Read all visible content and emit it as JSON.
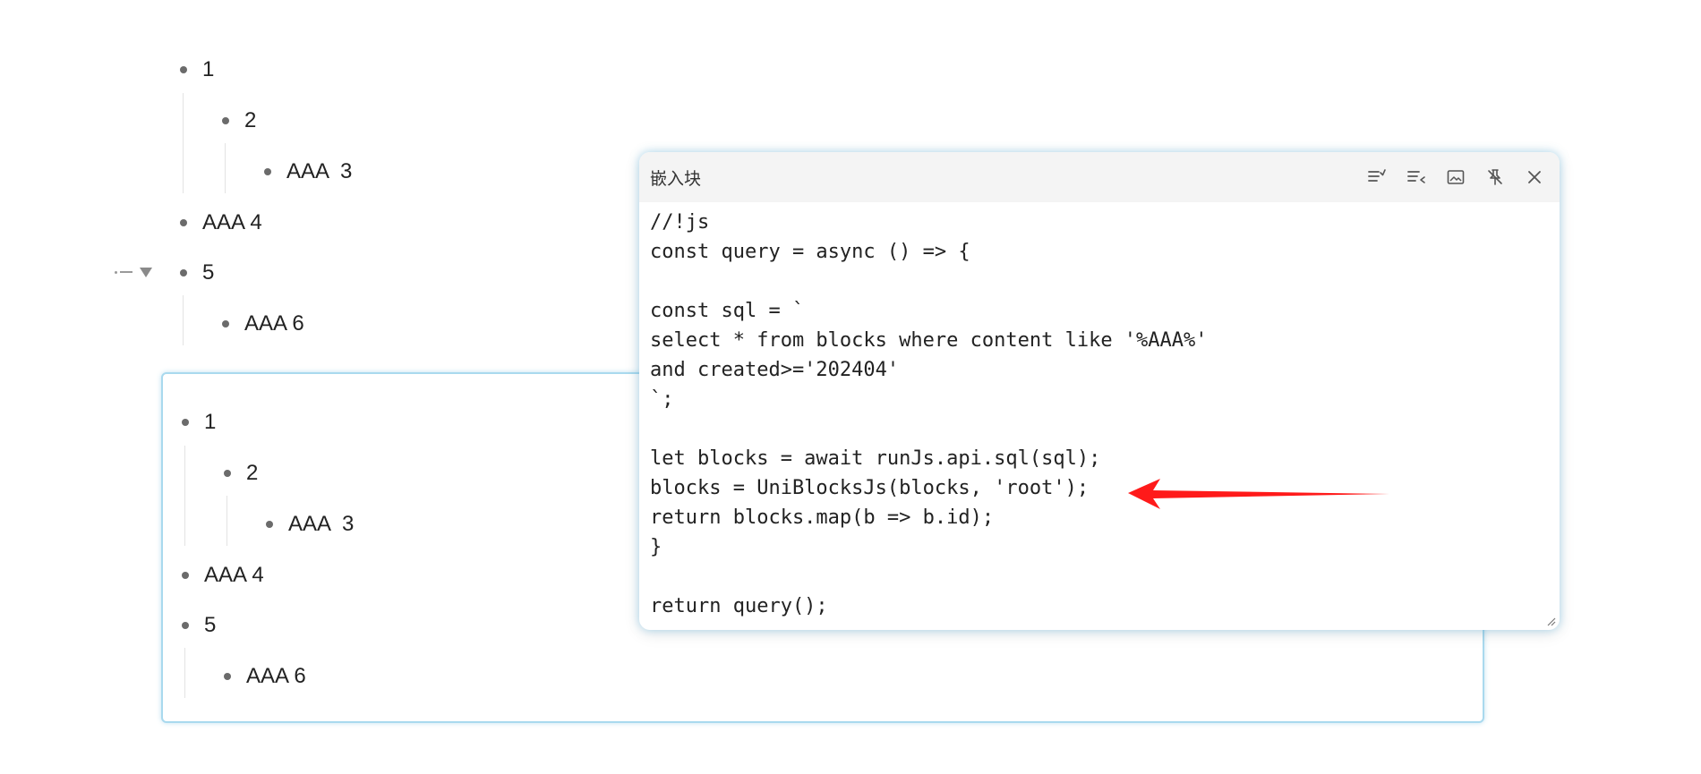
{
  "outline_top": {
    "items": [
      {
        "label": "1"
      },
      {
        "label": "2"
      },
      {
        "label": "AAA  3"
      },
      {
        "label": "AAA 4"
      },
      {
        "label": "5"
      },
      {
        "label": "AAA 6"
      }
    ]
  },
  "embed_block": {
    "items": [
      {
        "label": "1"
      },
      {
        "label": "2"
      },
      {
        "label": "AAA  3"
      },
      {
        "label": "AAA 4"
      },
      {
        "label": "5"
      },
      {
        "label": "AAA 6"
      }
    ]
  },
  "popup": {
    "title": "嵌入块",
    "tools": [
      {
        "icon": "list-check-icon"
      },
      {
        "icon": "list-collapse-icon"
      },
      {
        "icon": "image-icon"
      },
      {
        "icon": "unpin-icon"
      },
      {
        "icon": "close-icon"
      }
    ],
    "code_lines": [
      "//!js",
      "const query = async () => {",
      "",
      "const sql = `",
      "select * from blocks where content like '%AAA%'",
      "and created>='202404'",
      "`;",
      "",
      "let blocks = await runJs.api.sql(sql);",
      "blocks = UniBlocksJs(blocks, 'root');",
      "return blocks.map(b => b.id);",
      "}",
      "",
      "return query();"
    ]
  },
  "colors": {
    "arrow": "#ff1a1a",
    "frame_border": "#a9d9ee",
    "bullet": "#6b6b6b"
  }
}
